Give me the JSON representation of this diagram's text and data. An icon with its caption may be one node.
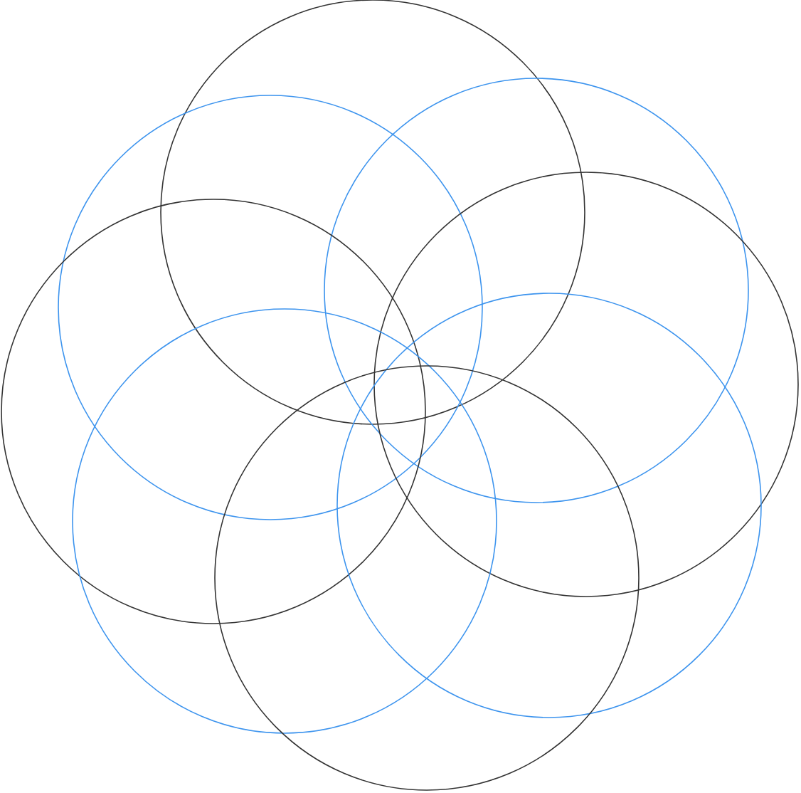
{
  "diagram": {
    "nodes": [
      {
        "text": [],
        "shape": "circle"
      },
      {
        "text": [],
        "shape": "circle"
      },
      {
        "text": [],
        "shape": "circle"
      },
      {
        "text": [],
        "shape": "circle"
      },
      {
        "text": [],
        "shape": "circle"
      },
      {
        "text": [],
        "shape": "circle"
      },
      {
        "text": [],
        "shape": "circle"
      },
      {
        "text": [],
        "shape": "circle"
      }
    ]
  }
}
